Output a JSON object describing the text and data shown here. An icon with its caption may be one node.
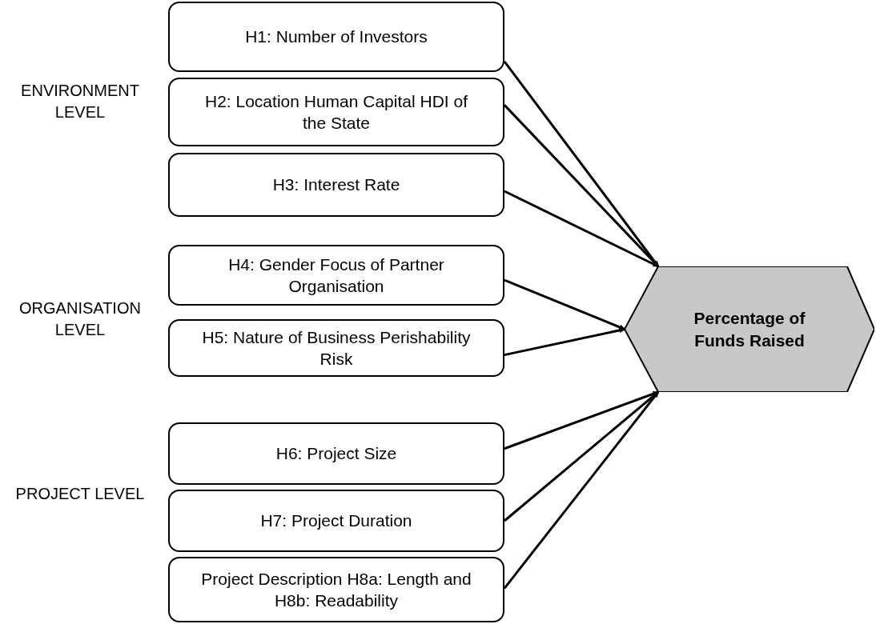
{
  "diagram": {
    "nodes": [
      {
        "text": [
          "H1: Number of Investors"
        ]
      },
      {
        "text": [
          "H2: Location Human Capital HDI of the State"
        ]
      },
      {
        "text": [
          "H3: Interest Rate"
        ]
      },
      {
        "text": [
          "H4: Gender Focus of Partner Organisation"
        ]
      },
      {
        "text": [
          "H5: Nature of Business Perishability Risk"
        ]
      },
      {
        "text": [
          "H6: Project Size"
        ]
      },
      {
        "text": [
          "H7: Project Duration"
        ]
      },
      {
        "text": [
          "Project Description H8a: Length and H8b: Readability"
        ]
      },
      {
        "text": [
          "Percentage of Funds Raised"
        ]
      }
    ],
    "edges": [
      {
        "from": 0,
        "to": 8,
        "arrow": "to"
      },
      {
        "from": 1,
        "to": 8,
        "arrow": "to"
      },
      {
        "from": 2,
        "to": 8,
        "arrow": "to"
      },
      {
        "from": 3,
        "to": 8,
        "arrow": "to"
      },
      {
        "from": 4,
        "to": 8,
        "arrow": "to"
      },
      {
        "from": 5,
        "to": 8,
        "arrow": "to"
      },
      {
        "from": 6,
        "to": 8,
        "arrow": "to"
      },
      {
        "from": 7,
        "to": 8,
        "arrow": "to"
      }
    ],
    "labels": [
      "ENVIRONMENT LEVEL",
      "ORGANISATION LEVEL",
      "PROJECT LEVEL"
    ]
  }
}
